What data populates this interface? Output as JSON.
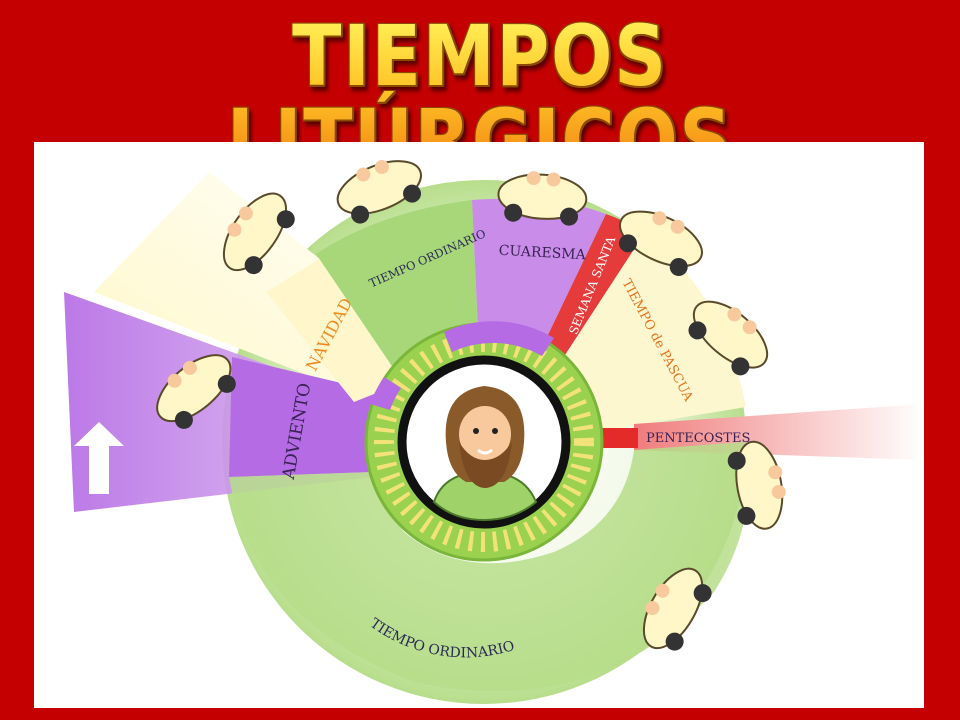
{
  "title": "TIEMPOS LITÚRGICOS",
  "segments": {
    "adviento": "ADVIENTO",
    "navidad": "NAVIDAD",
    "tiempo_ordinario_1": "TIEMPO ORDINARIO",
    "cuaresma": "CUARESMA",
    "semana_santa": "SEMANA SANTA",
    "tiempo_pascua": "TIEMPO de PASCUA",
    "pentecostes": "PENTECOSTES",
    "tiempo_ordinario_2": "TIEMPO ORDINARIO"
  },
  "colors": {
    "background": "#c40000",
    "title_gradient_top": "#fff25a",
    "title_gradient_bottom": "#f07a10",
    "adviento": "#b86be6",
    "navidad": "#fdf7cf",
    "ordinario": "#a9d87a",
    "cuaresma": "#c88ce8",
    "semana_santa": "#e23a3a",
    "pascua": "#fdf7cf",
    "pentecostes": "#f38a8a",
    "center_ring": "#8dcb3f"
  },
  "icons": [
    "up-arrow-icon",
    "jesus-face-icon",
    "car-character-icon"
  ]
}
